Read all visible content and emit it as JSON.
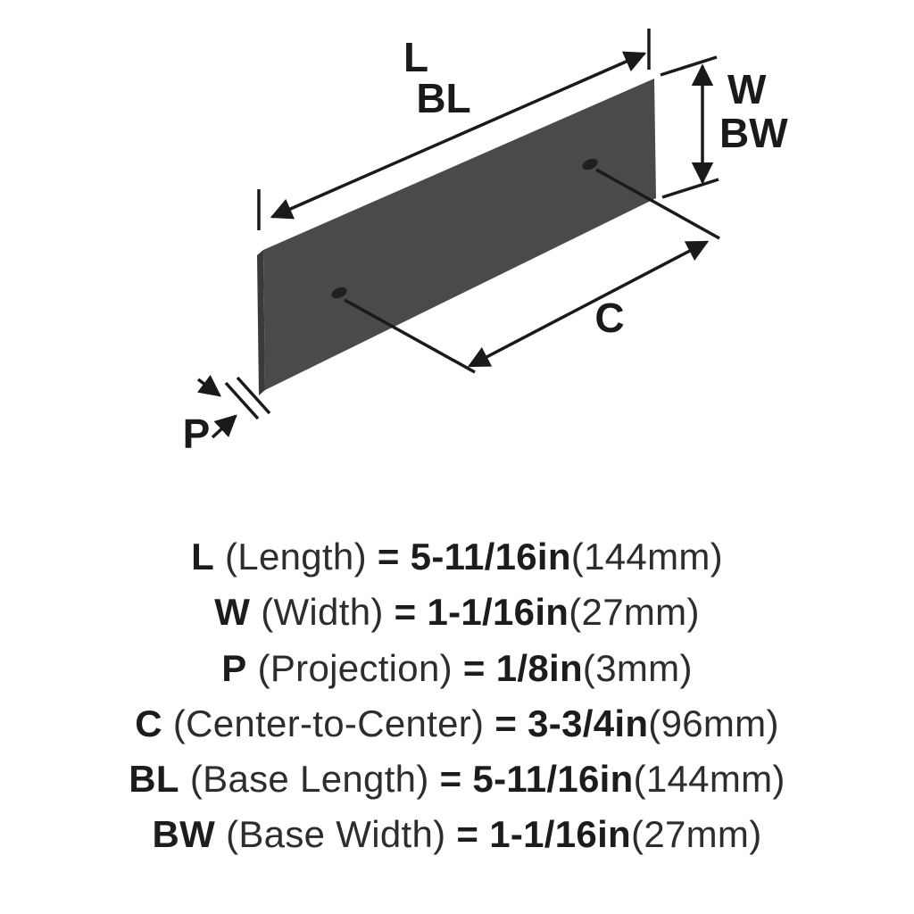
{
  "page": {
    "background": "#ffffff"
  },
  "diagram": {
    "plate_color": "#4a4a48",
    "plate_edge_color": "#3a3a38",
    "hole_color": "#20201e",
    "line_color": "#1a1a1a",
    "labels": {
      "length": "L",
      "base_length": "BL",
      "width": "W",
      "base_width": "BW",
      "center_to_center": "C",
      "projection": "P"
    }
  },
  "specs": {
    "rows": [
      {
        "abbr": "L",
        "name": "(Length)",
        "eq": "=",
        "value": "5-11/16in",
        "metric": "(144mm)"
      },
      {
        "abbr": "W",
        "name": "(Width)",
        "eq": "=",
        "value": "1-1/16in",
        "metric": "(27mm)"
      },
      {
        "abbr": "P",
        "name": "(Projection)",
        "eq": "=",
        "value": "1/8in",
        "metric": "(3mm)"
      },
      {
        "abbr": "C",
        "name": "(Center-to-Center)",
        "eq": "=",
        "value": "3-3/4in",
        "metric": "(96mm)"
      },
      {
        "abbr": "BL",
        "name": "(Base Length)",
        "eq": "=",
        "value": "5-11/16in",
        "metric": "(144mm)"
      },
      {
        "abbr": "BW",
        "name": "(Base Width)",
        "eq": "=",
        "value": "1-1/16in",
        "metric": "(27mm)"
      }
    ]
  }
}
